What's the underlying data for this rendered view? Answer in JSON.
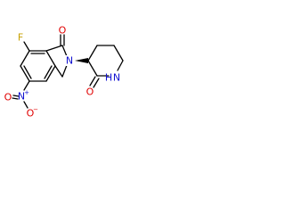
{
  "molecule": {
    "atoms": {
      "fluorine": "F",
      "carbonyl_oxygen_1": "O",
      "lactam_nitrogen": "N",
      "amide_nitrogen": "N",
      "amide_hydrogen": "H",
      "carbonyl_oxygen_2": "O",
      "nitro_nitrogen": "N",
      "nitro_plus": "+",
      "nitro_oxygen_top": "O",
      "nitro_oxygen_bottom": "O",
      "nitro_minus": "−"
    },
    "colors": {
      "bond": "#000000",
      "fluorine": "#c7a000",
      "oxygen": "#e00000",
      "nitrogen": "#1010d0"
    }
  }
}
